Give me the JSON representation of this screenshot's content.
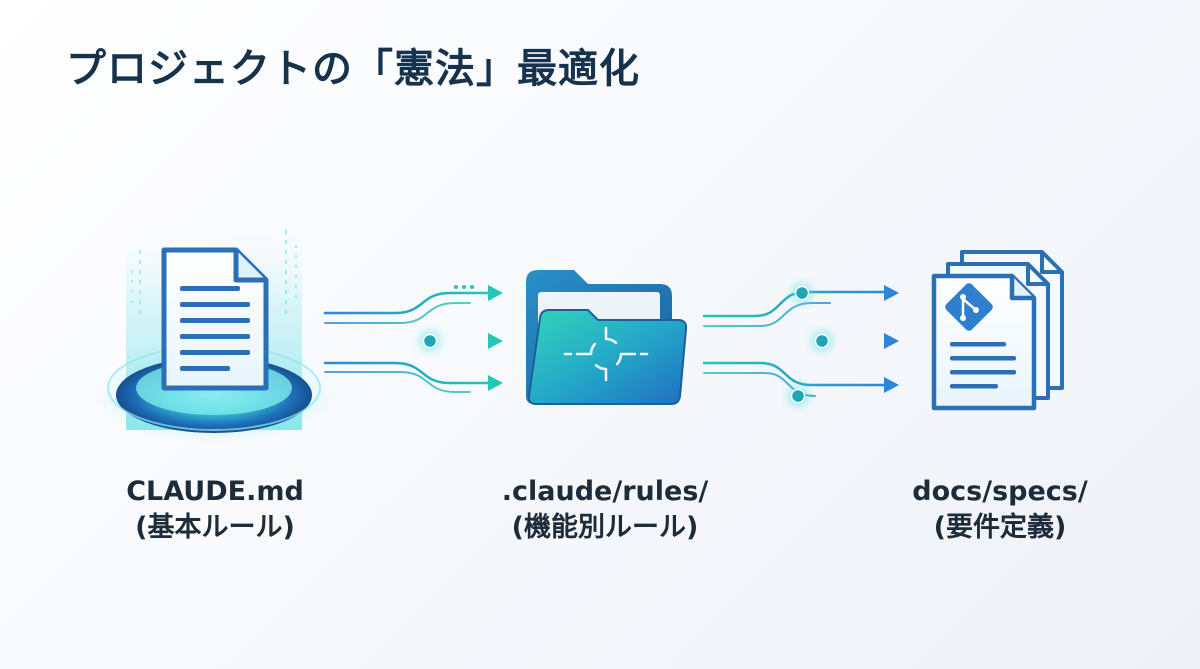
{
  "title": "プロジェクトの「憲法」最適化",
  "colors": {
    "title": "#17324d",
    "accent_teal": "#22c7c0",
    "accent_blue": "#2f86d8",
    "label": "#1e2b38"
  },
  "nodes": [
    {
      "name": "CLAUDE.md",
      "subtitle": "(基本ルール)",
      "icon": "document-icon"
    },
    {
      "name": ".claude/rules/",
      "subtitle": "(機能別ルール)",
      "icon": "folder-icon"
    },
    {
      "name": "docs/specs/",
      "subtitle": "(要件定義)",
      "icon": "stacked-documents-git-icon"
    }
  ]
}
